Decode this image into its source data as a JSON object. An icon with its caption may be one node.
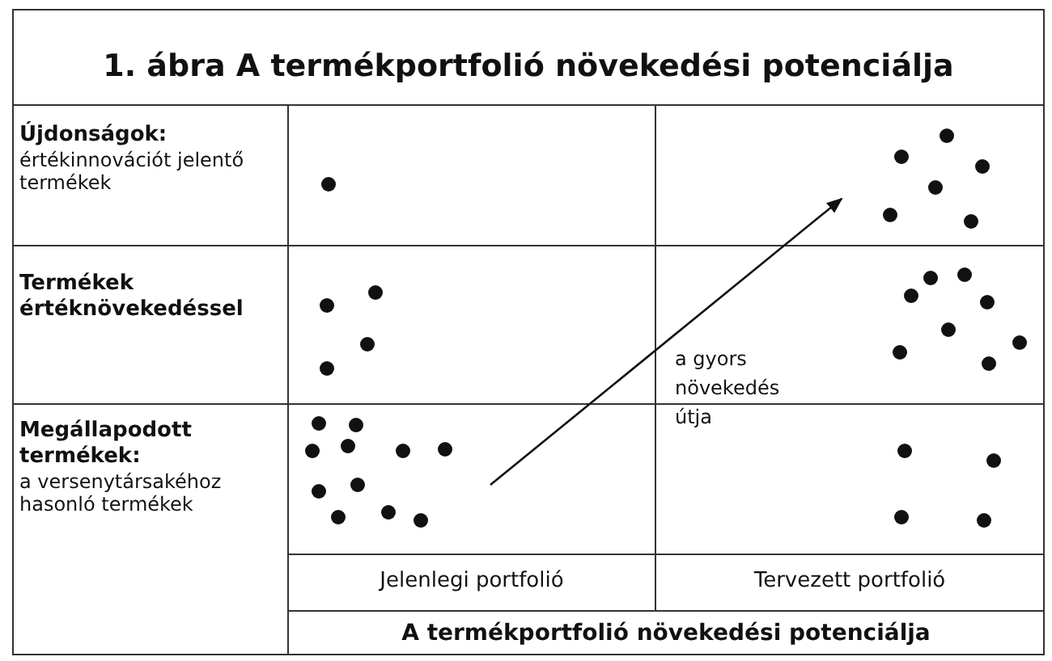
{
  "diagram": {
    "title": "1. ábra A termékportfolió növekedési potenciálja",
    "labels": [
      "Újdonságok:",
      "értékinnovációt jelentő termékek",
      "Termékek értéknövekedéssel",
      "Megállapodott termékek:",
      "a versenytársakéhoz hasonló termékek",
      "a gyors növekedés útja",
      "Jelenlegi portfolió",
      "Tervezett portfolió",
      "A termékportfolió növekedési potenciálja"
    ]
  }
}
